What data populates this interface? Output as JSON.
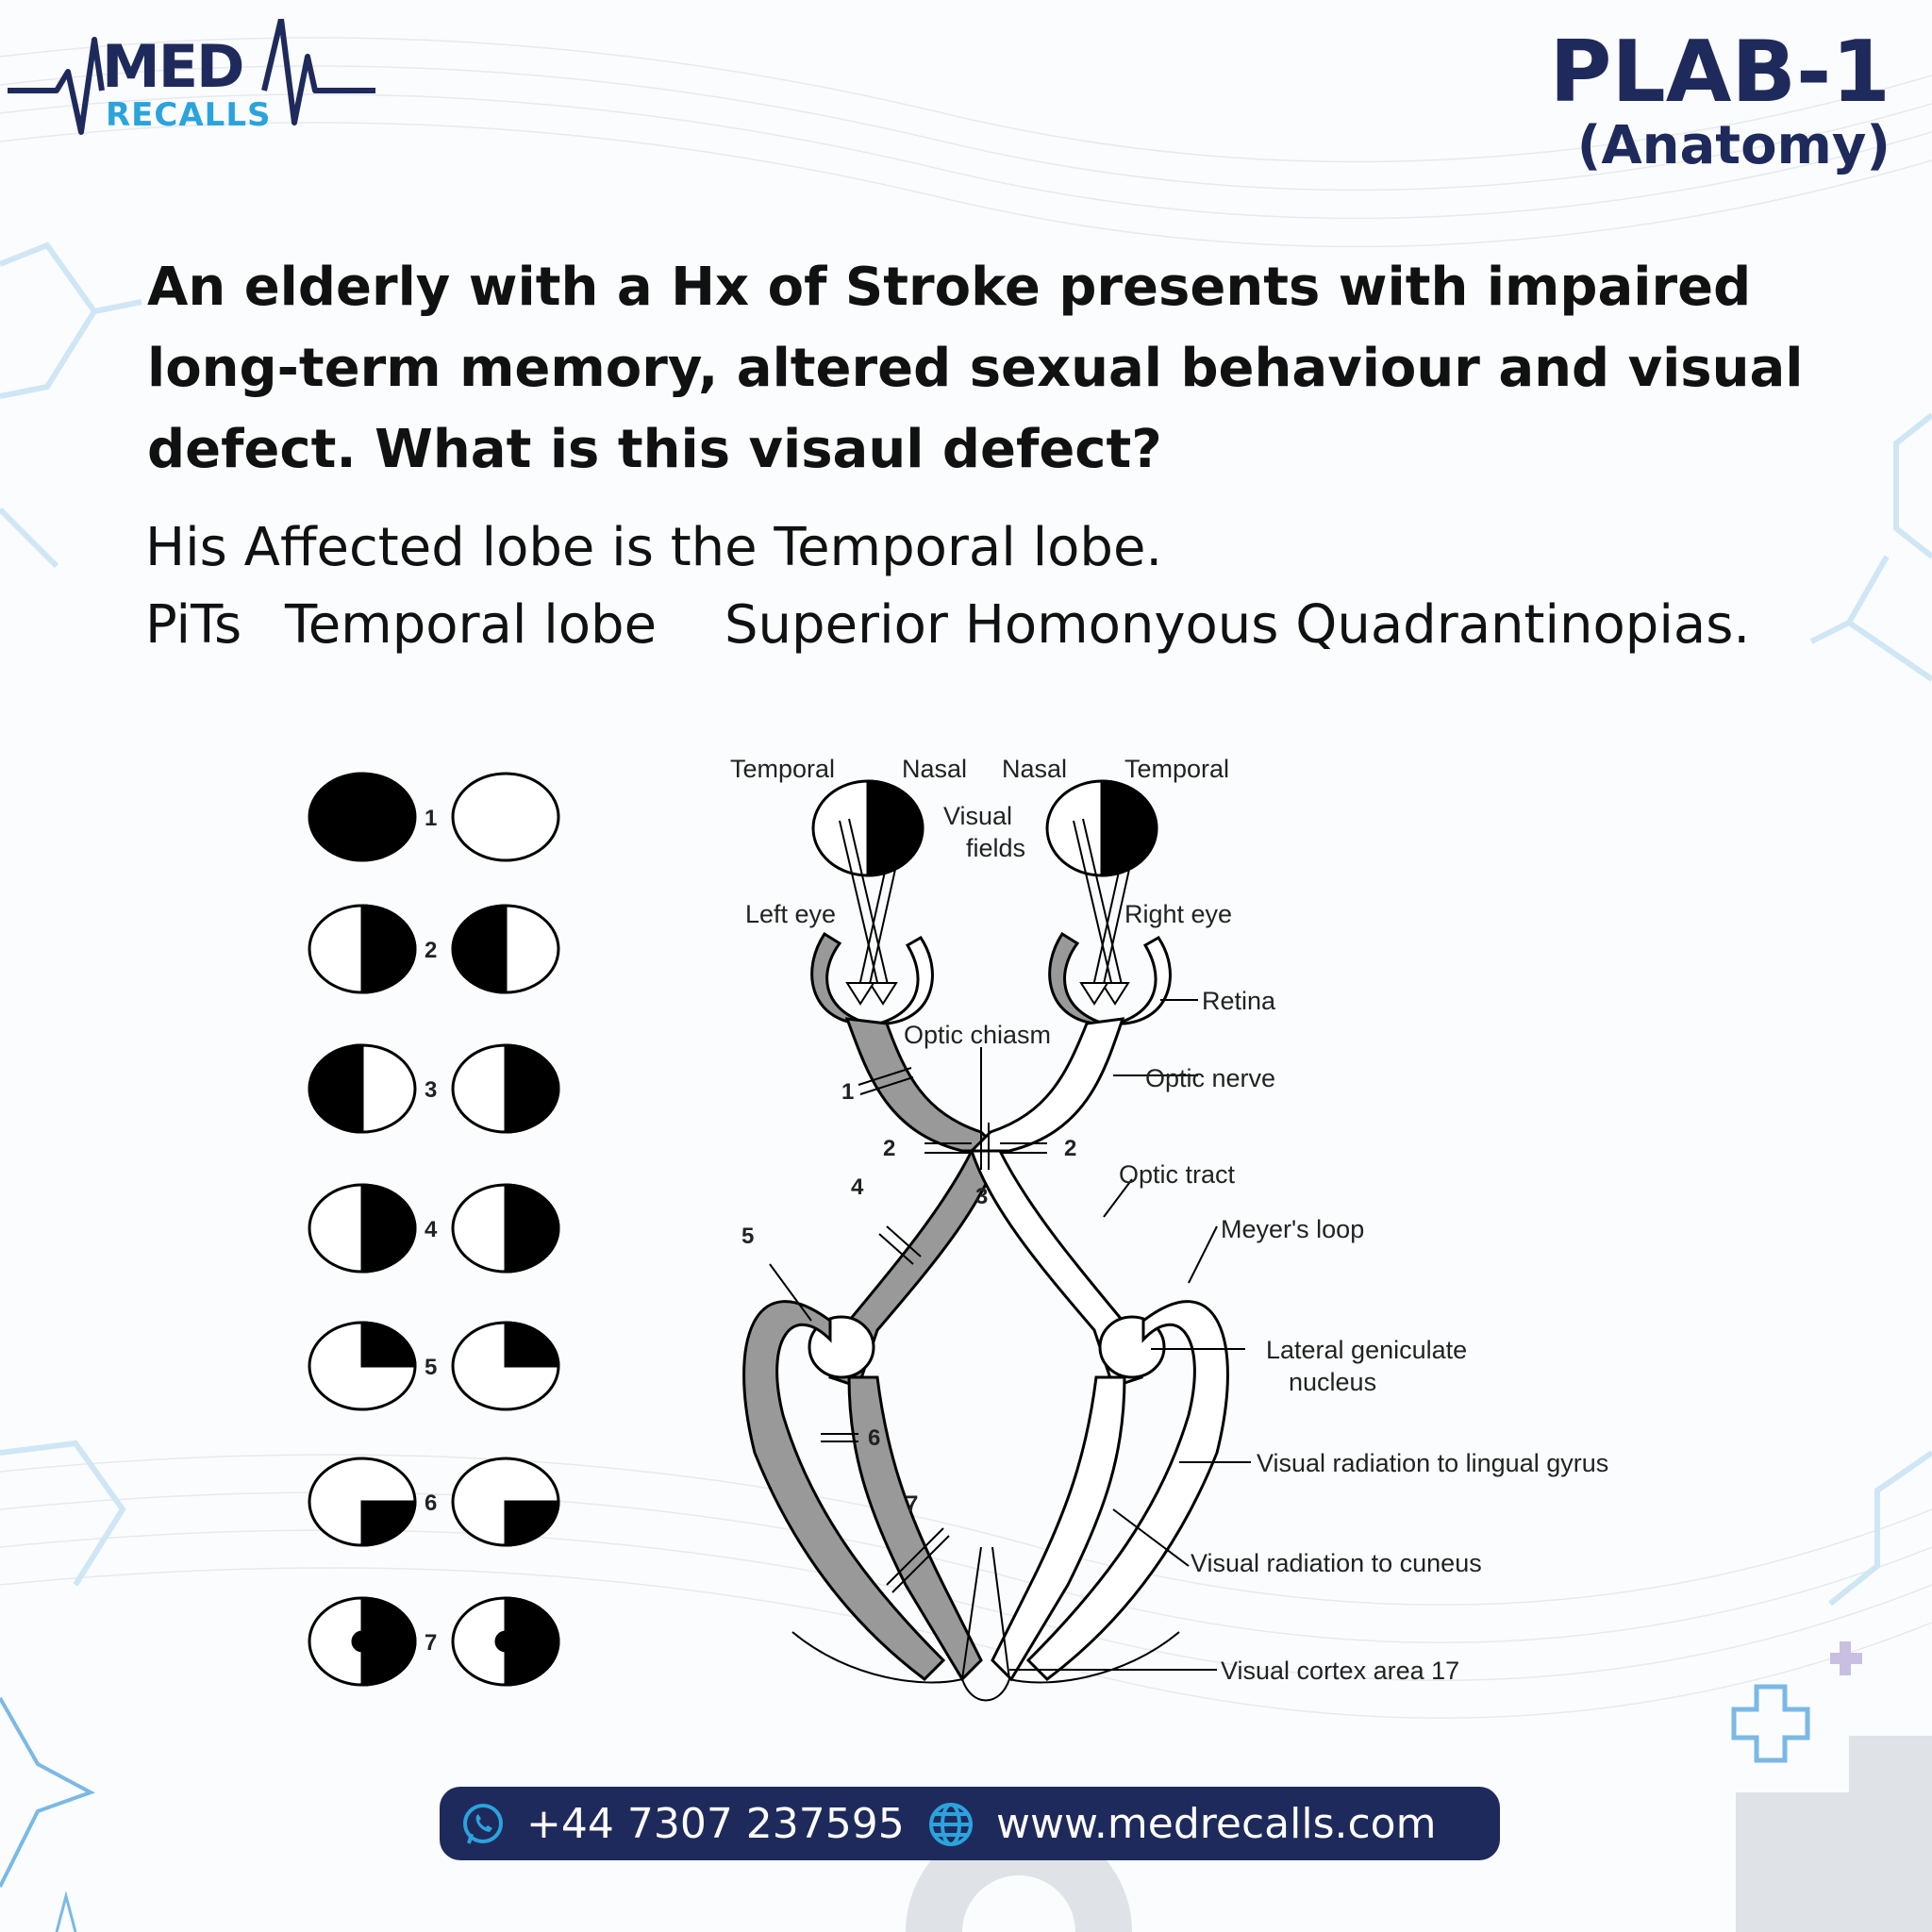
{
  "brand": {
    "med": "MED",
    "recalls": "RECALLS"
  },
  "header": {
    "title": "PLAB-1",
    "subtitle": "(Anatomy)"
  },
  "question": "An elderly with a Hx of Stroke presents with impaired long-term memory, altered sexual behaviour and visual defect. What is this visaul defect?",
  "answer": {
    "line1": "His Affected lobe is the Temporal lobe.",
    "line2_a": "PiTs",
    "line2_b": "Temporal lobe",
    "line2_c": "Superior Homonyous Quadrantinopias."
  },
  "diagram": {
    "labels": {
      "temporal_left": "Temporal",
      "nasal_left": "Nasal",
      "nasal_right": "Nasal",
      "temporal_right": "Temporal",
      "visual_fields_1": "Visual",
      "visual_fields_2": "fields",
      "left_eye": "Left eye",
      "right_eye": "Right eye",
      "retina": "Retina",
      "optic_chiasm": "Optic chiasm",
      "optic_nerve": "Optic nerve",
      "optic_tract": "Optic tract",
      "meyers_loop": "Meyer's loop",
      "lgn_1": "Lateral geniculate",
      "lgn_2": "nucleus",
      "radiation_lingual": "Visual radiation to lingual gyrus",
      "radiation_cuneus": "Visual radiation to cuneus",
      "cortex": "Visual cortex area 17"
    },
    "field_numbers": [
      "1",
      "2",
      "3",
      "4",
      "5",
      "6",
      "7"
    ],
    "lesion_numbers": [
      "1",
      "2",
      "2",
      "3",
      "4",
      "5",
      "6",
      "7"
    ]
  },
  "footer": {
    "phone": "+44 7307 237595",
    "website": "www.medrecalls.com"
  },
  "colors": {
    "navy": "#1f2a5c",
    "blue": "#2ba3dc",
    "light_blue": "#cfe6f5"
  }
}
